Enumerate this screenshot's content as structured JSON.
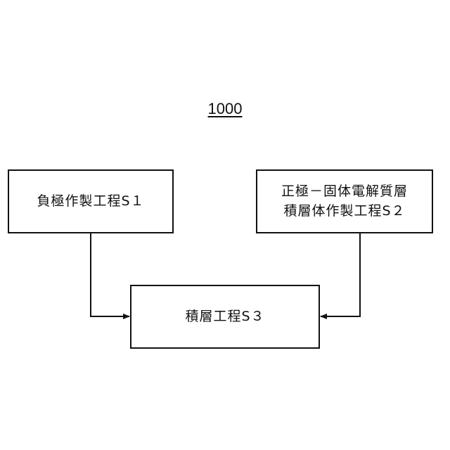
{
  "figure": {
    "number": "1000"
  },
  "steps": {
    "s1": {
      "lines": [
        "負極作製工程S１"
      ]
    },
    "s2": {
      "lines": [
        "正極－固体電解質層",
        "積層体作製工程S２"
      ]
    },
    "s3": {
      "lines": [
        "積層工程S３"
      ]
    }
  },
  "flows": [
    {
      "from": "S1",
      "to": "S3"
    },
    {
      "from": "S2",
      "to": "S3"
    }
  ],
  "colors": {
    "line": "#111111",
    "background": "#ffffff"
  }
}
